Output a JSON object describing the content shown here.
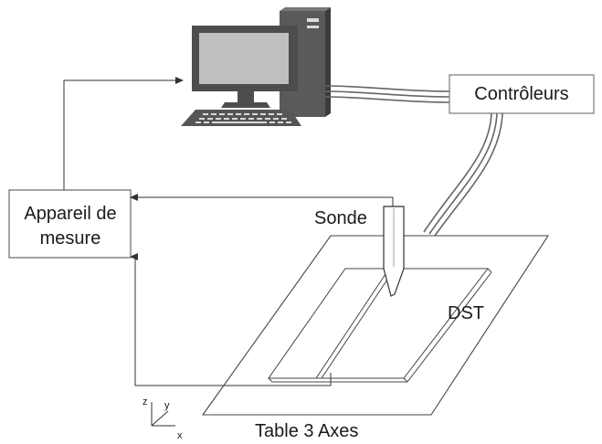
{
  "diagram": {
    "blocks": {
      "controller_label": "Contrôleurs",
      "instrument_label_line1": "Appareil de",
      "instrument_label_line2": "mesure"
    },
    "labels": {
      "probe": "Sonde",
      "device_under_test": "DST",
      "stage": "Table 3 Axes"
    },
    "axes_glyph": {
      "z": "z",
      "y": "y",
      "x": "x"
    }
  }
}
